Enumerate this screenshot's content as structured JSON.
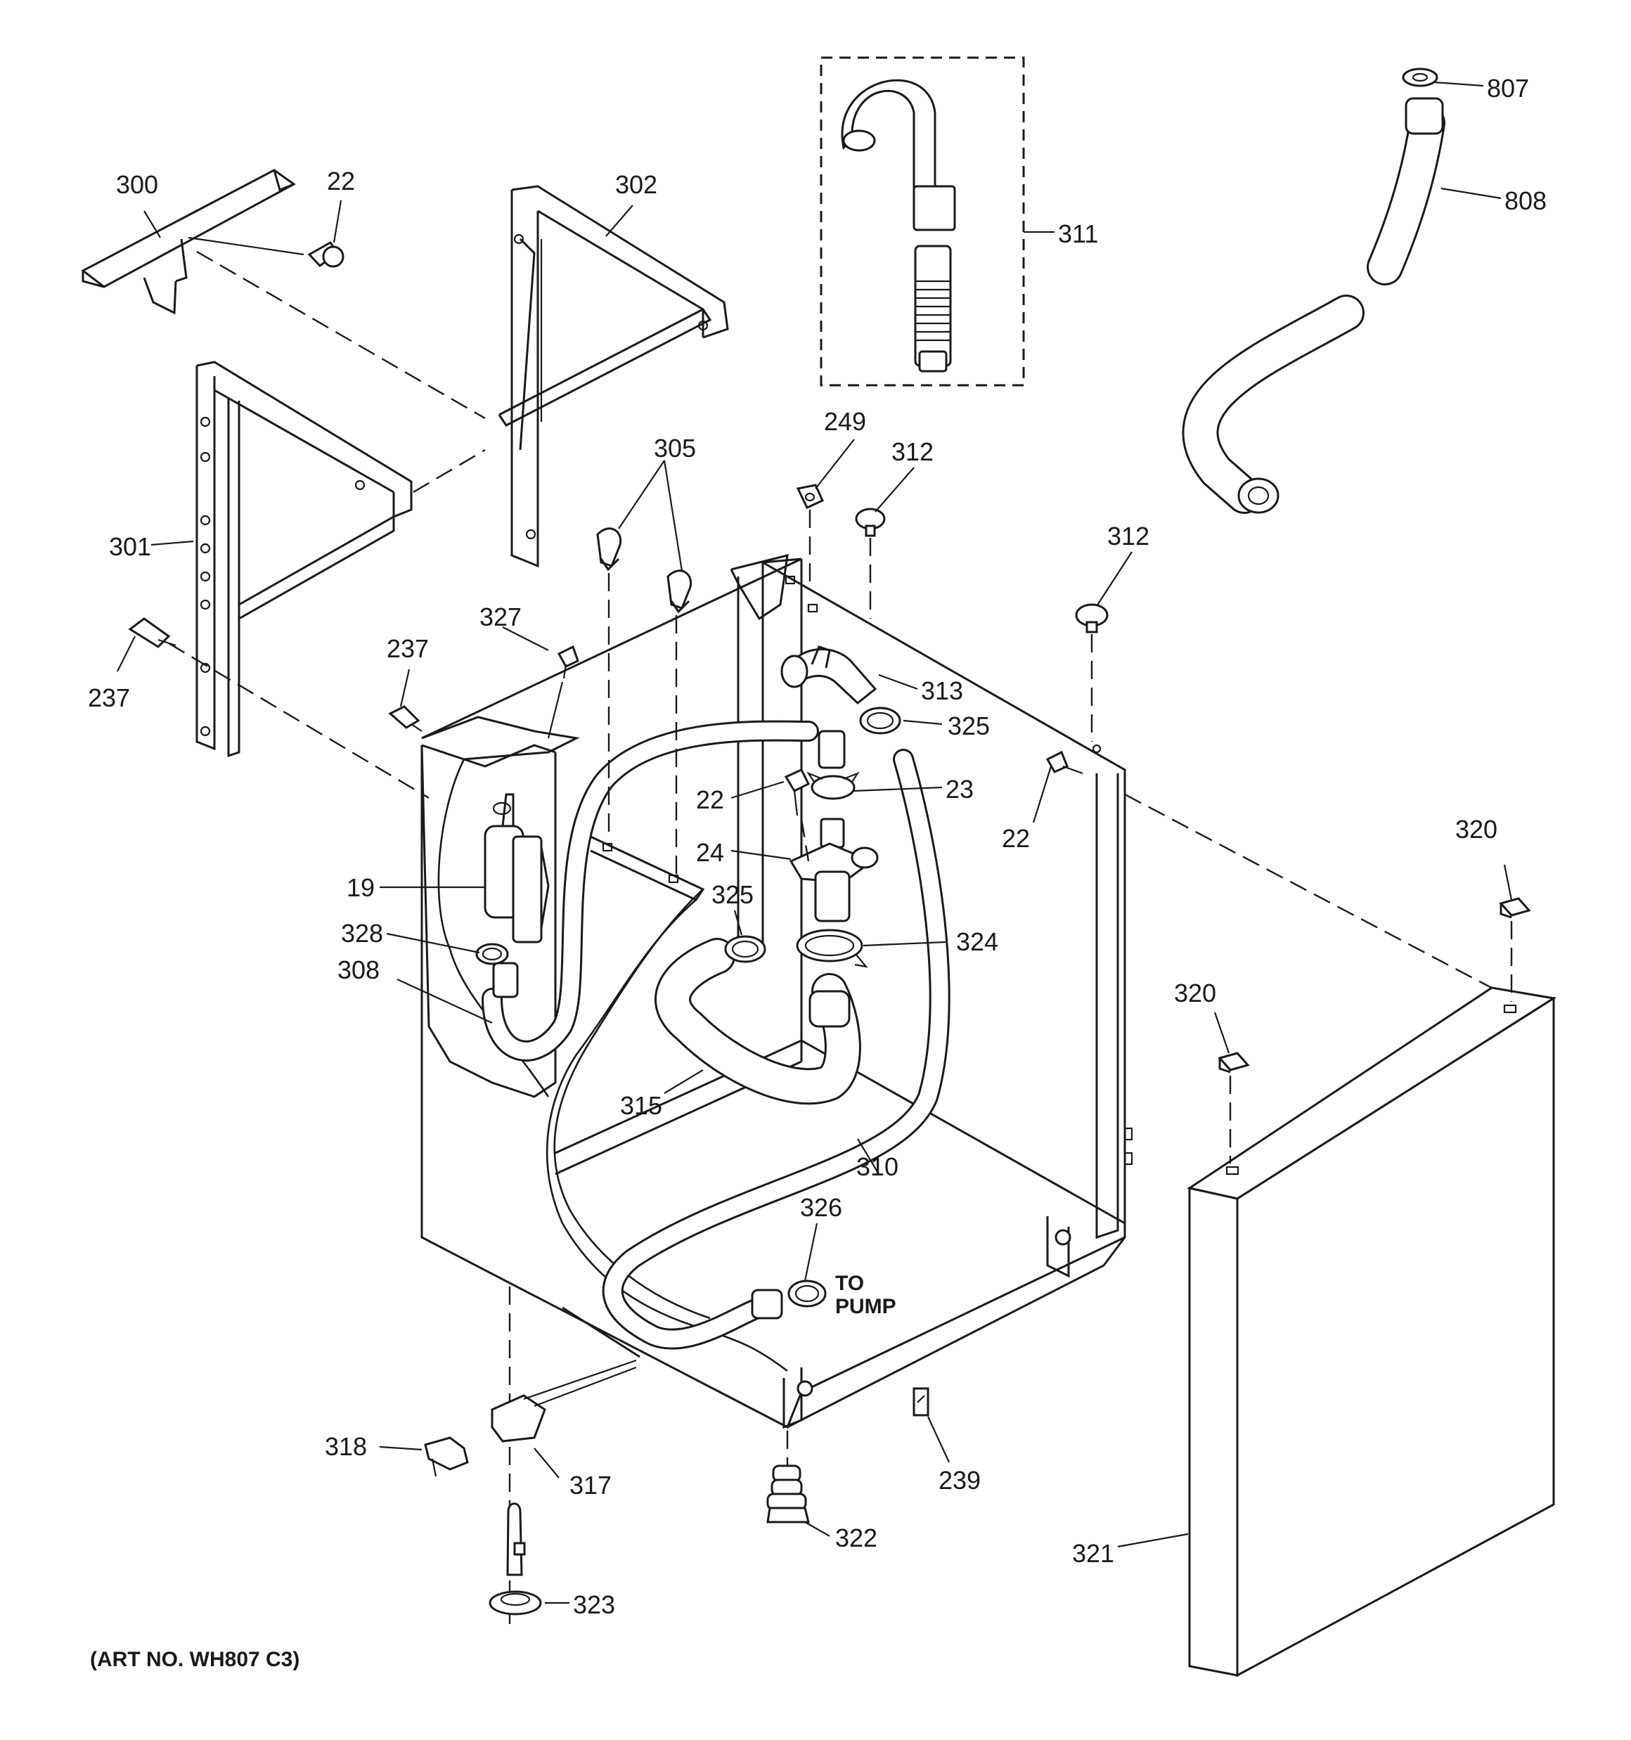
{
  "diagram": {
    "labels": [
      {
        "id": "300",
        "text": "300"
      },
      {
        "id": "22a",
        "text": "22"
      },
      {
        "id": "302",
        "text": "302"
      },
      {
        "id": "311",
        "text": "311"
      },
      {
        "id": "807",
        "text": "807"
      },
      {
        "id": "808",
        "text": "808"
      },
      {
        "id": "301",
        "text": "301"
      },
      {
        "id": "237a",
        "text": "237"
      },
      {
        "id": "237b",
        "text": "237"
      },
      {
        "id": "327",
        "text": "327"
      },
      {
        "id": "305",
        "text": "305"
      },
      {
        "id": "249",
        "text": "249"
      },
      {
        "id": "312a",
        "text": "312"
      },
      {
        "id": "312b",
        "text": "312"
      },
      {
        "id": "313",
        "text": "313"
      },
      {
        "id": "325a",
        "text": "325"
      },
      {
        "id": "22b",
        "text": "22"
      },
      {
        "id": "23",
        "text": "23"
      },
      {
        "id": "22c",
        "text": "22"
      },
      {
        "id": "24",
        "text": "24"
      },
      {
        "id": "19",
        "text": "19"
      },
      {
        "id": "325b",
        "text": "325"
      },
      {
        "id": "324",
        "text": "324"
      },
      {
        "id": "328",
        "text": "328"
      },
      {
        "id": "308",
        "text": "308"
      },
      {
        "id": "320a",
        "text": "320"
      },
      {
        "id": "320b",
        "text": "320"
      },
      {
        "id": "315",
        "text": "315"
      },
      {
        "id": "310",
        "text": "310"
      },
      {
        "id": "326",
        "text": "326"
      },
      {
        "id": "318",
        "text": "318"
      },
      {
        "id": "317",
        "text": "317"
      },
      {
        "id": "239",
        "text": "239"
      },
      {
        "id": "322",
        "text": "322"
      },
      {
        "id": "321",
        "text": "321"
      },
      {
        "id": "323",
        "text": "323"
      }
    ],
    "note_to": "TO",
    "note_pump": "PUMP",
    "art_number": "(ART NO. WH807 C3)"
  }
}
